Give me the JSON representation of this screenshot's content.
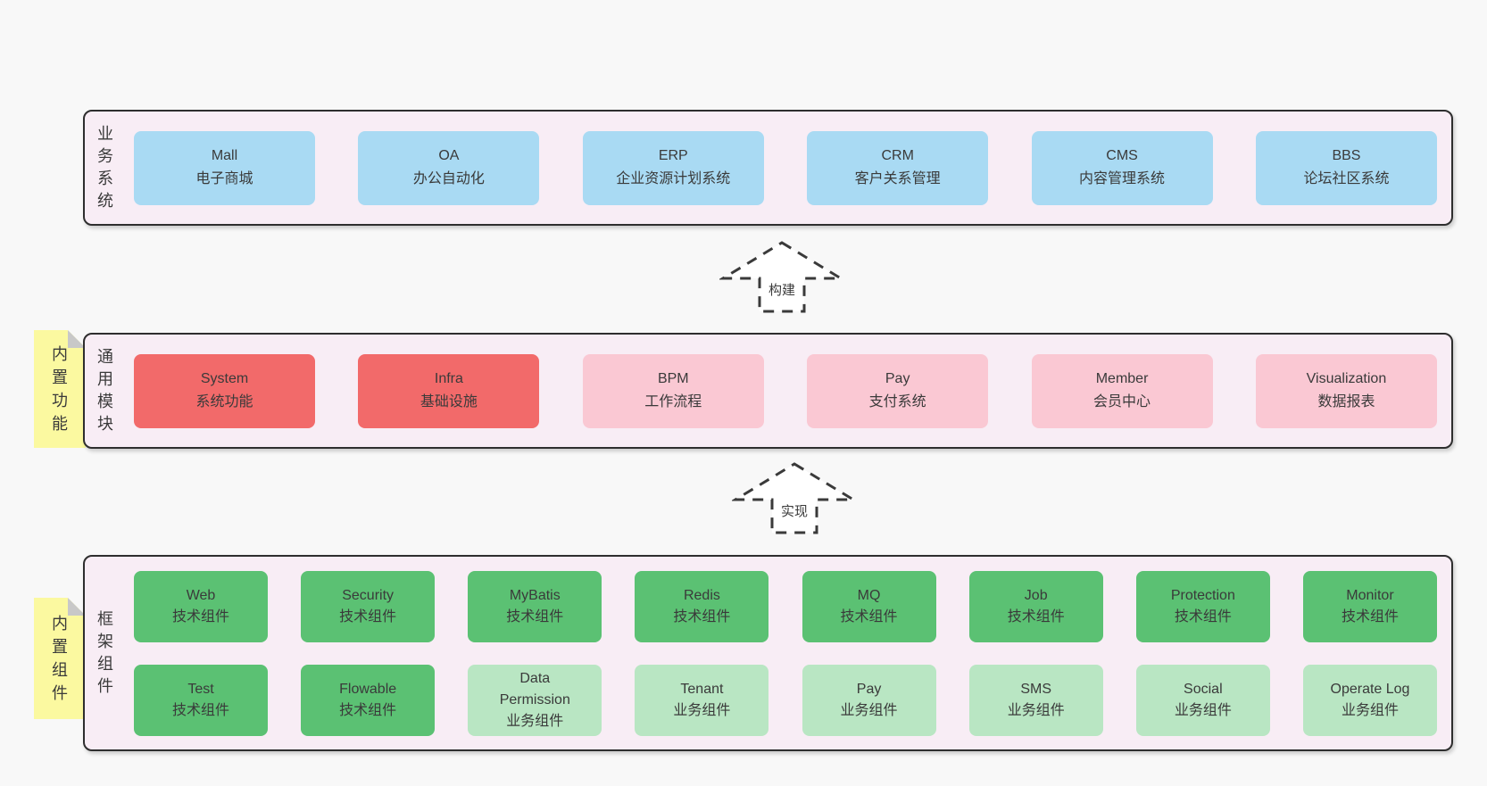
{
  "palette": {
    "background": "#f8f8f8",
    "band_fill": "#f8edf5",
    "band_border": "#2e2e2e",
    "blue": "#a9daf3",
    "red": "#f26a6a",
    "pink": "#fac8d3",
    "green": "#5bc173",
    "lightgreen": "#b9e6c3",
    "sticky_yellow": "#fbf9a0",
    "sticky_fold": "#c8c8c8",
    "text": "#3a3a3a"
  },
  "diagram": {
    "bands": [
      {
        "label": "业务系统",
        "rows": [
          [
            {
              "name": "Mall",
              "desc": "电子商城",
              "color": "blue"
            },
            {
              "name": "OA",
              "desc": "办公自动化",
              "color": "blue"
            },
            {
              "name": "ERP",
              "desc": "企业资源计划系统",
              "color": "blue"
            },
            {
              "name": "CRM",
              "desc": "客户关系管理",
              "color": "blue"
            },
            {
              "name": "CMS",
              "desc": "内容管理系统",
              "color": "blue"
            },
            {
              "name": "BBS",
              "desc": "论坛社区系统",
              "color": "blue"
            }
          ]
        ]
      },
      {
        "label": "通用模块",
        "sticky": "内置功能",
        "rows": [
          [
            {
              "name": "System",
              "desc": "系统功能",
              "color": "red"
            },
            {
              "name": "Infra",
              "desc": "基础设施",
              "color": "red"
            },
            {
              "name": "BPM",
              "desc": "工作流程",
              "color": "pink"
            },
            {
              "name": "Pay",
              "desc": "支付系统",
              "color": "pink"
            },
            {
              "name": "Member",
              "desc": "会员中心",
              "color": "pink"
            },
            {
              "name": "Visualization",
              "desc": "数据报表",
              "color": "pink"
            }
          ]
        ]
      },
      {
        "label": "框架组件",
        "sticky": "内置组件",
        "rows": [
          [
            {
              "name": "Web",
              "desc": "技术组件",
              "color": "green"
            },
            {
              "name": "Security",
              "desc": "技术组件",
              "color": "green"
            },
            {
              "name": "MyBatis",
              "desc": "技术组件",
              "color": "green"
            },
            {
              "name": "Redis",
              "desc": "技术组件",
              "color": "green"
            },
            {
              "name": "MQ",
              "desc": "技术组件",
              "color": "green"
            },
            {
              "name": "Job",
              "desc": "技术组件",
              "color": "green"
            },
            {
              "name": "Protection",
              "desc": "技术组件",
              "color": "green"
            },
            {
              "name": "Monitor",
              "desc": "技术组件",
              "color": "green"
            }
          ],
          [
            {
              "name": "Test",
              "desc": "技术组件",
              "color": "green"
            },
            {
              "name": "Flowable",
              "desc": "技术组件",
              "color": "green"
            },
            {
              "name": "Data Permission",
              "desc": "业务组件",
              "color": "lightgreen"
            },
            {
              "name": "Tenant",
              "desc": "业务组件",
              "color": "lightgreen"
            },
            {
              "name": "Pay",
              "desc": "业务组件",
              "color": "lightgreen"
            },
            {
              "name": "SMS",
              "desc": "业务组件",
              "color": "lightgreen"
            },
            {
              "name": "Social",
              "desc": "业务组件",
              "color": "lightgreen"
            },
            {
              "name": "Operate Log",
              "desc": "业务组件",
              "color": "lightgreen"
            }
          ]
        ]
      }
    ],
    "arrows": [
      {
        "label": "构建"
      },
      {
        "label": "实现"
      }
    ]
  }
}
